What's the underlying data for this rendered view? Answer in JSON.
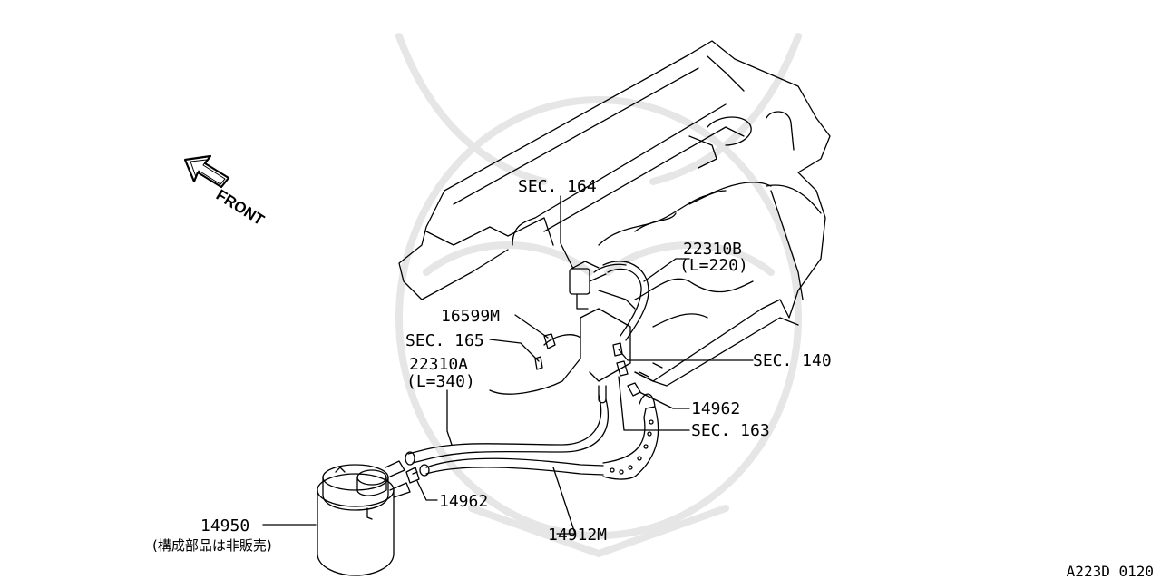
{
  "diagram": {
    "front_label": "FRONT",
    "labels": {
      "sec164": "SEC. 164",
      "hose_b": "22310B",
      "hose_b_len": "(L=220)",
      "p16599m": "16599M",
      "sec165": "SEC. 165",
      "hose_a": "22310A",
      "hose_a_len": "(L=340)",
      "sec140": "SEC. 140",
      "p14962_right": "14962",
      "sec163": "SEC. 163",
      "p14962_left": "14962",
      "p14950": "14950",
      "p14950_note": "(構成部品は非販売)",
      "p14912m": "14912M"
    },
    "reference_code": "A223D 0120"
  }
}
